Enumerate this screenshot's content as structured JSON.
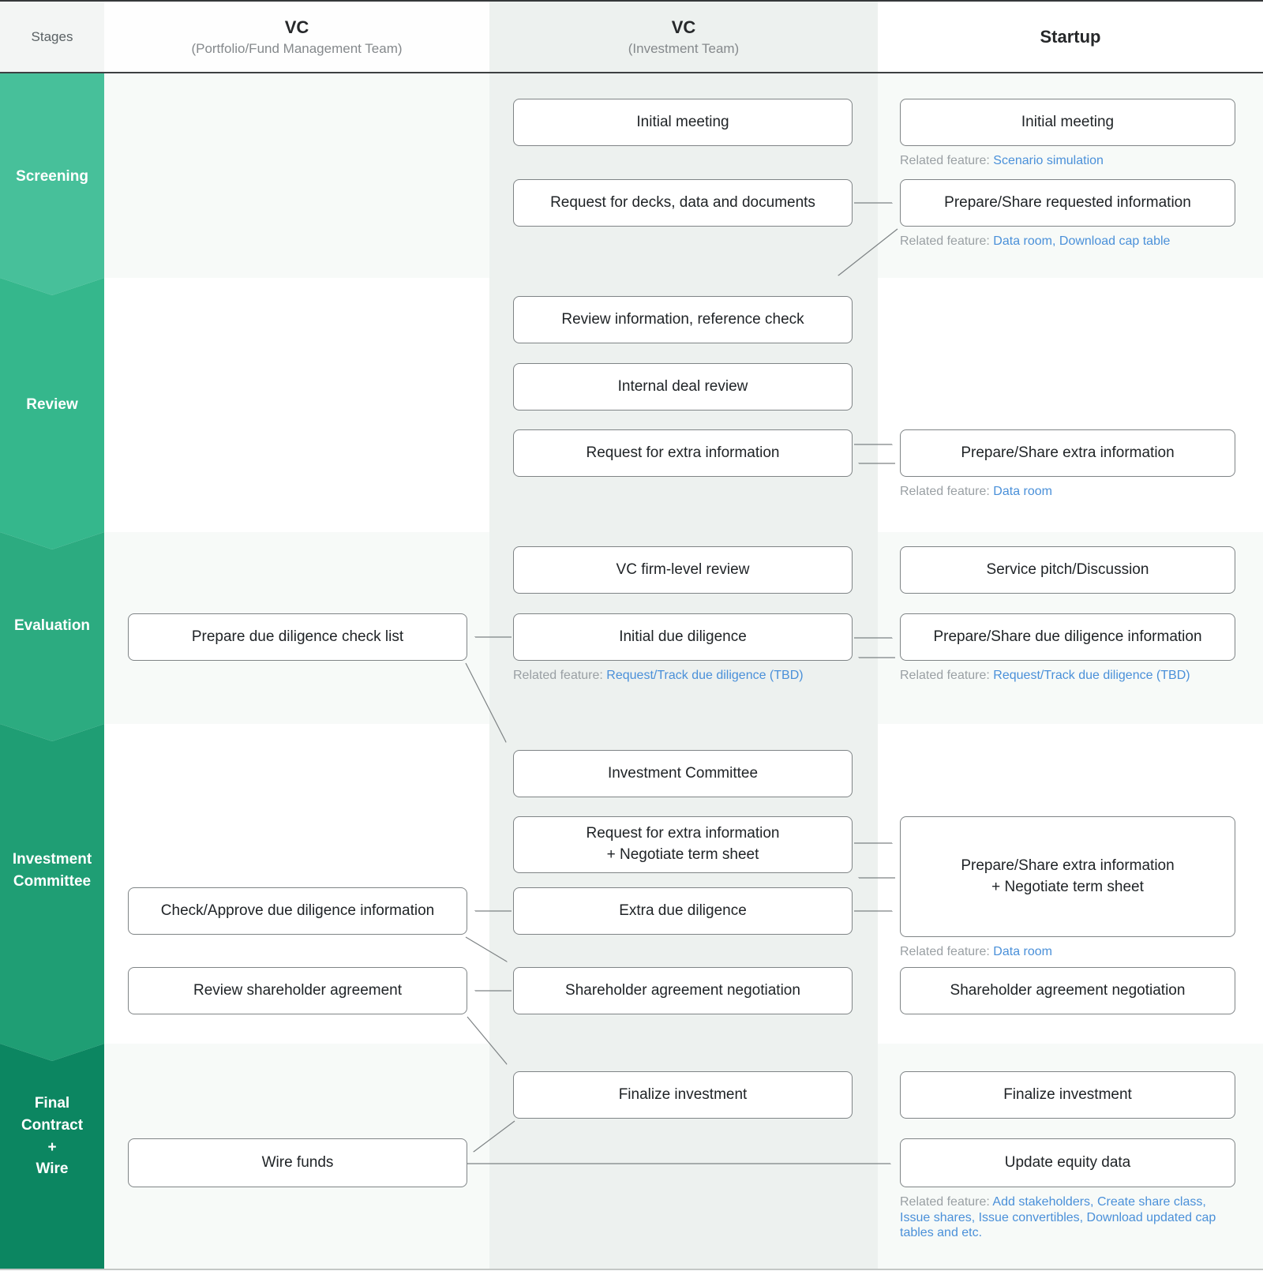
{
  "header": {
    "stages_label": "Stages",
    "columns": [
      {
        "title": "VC",
        "subtitle": "(Portfolio/Fund Management Team)"
      },
      {
        "title": "VC",
        "subtitle": "(Investment Team)"
      },
      {
        "title": "Startup",
        "subtitle": ""
      }
    ]
  },
  "stages": [
    {
      "label": "Screening",
      "color": "#47c09a"
    },
    {
      "label": "Review",
      "color": "#35b78c"
    },
    {
      "label": "Evaluation",
      "color": "#2cab80"
    },
    {
      "label": "Investment\nCommittee",
      "color": "#1f9e74"
    },
    {
      "label": "Final\nContract\n+\nWire",
      "color": "#0c8661"
    }
  ],
  "nodes": {
    "vc_initial_meeting": "Initial meeting",
    "startup_initial_meeting": "Initial meeting",
    "request_decks": "Request for decks, data and documents",
    "prepare_requested_info": "Prepare/Share requested information",
    "review_information": "Review information, reference check",
    "internal_deal_review": "Internal deal review",
    "request_extra_info": "Request for extra information",
    "prepare_extra_info": "Prepare/Share extra information",
    "vc_firm_level_review": "VC firm-level review",
    "service_pitch": "Service pitch/Discussion",
    "prepare_dd_checklist": "Prepare due diligence check list",
    "initial_due_diligence": "Initial due diligence",
    "prepare_dd_info": "Prepare/Share due diligence information",
    "investment_committee": "Investment Committee",
    "request_extra_line1": "Request for extra information",
    "request_extra_line2": "+ Negotiate term sheet",
    "prepare_extra_line1": "Prepare/Share extra information",
    "prepare_extra_line2": "+ Negotiate term sheet",
    "check_approve_dd": "Check/Approve due diligence information",
    "extra_due_diligence": "Extra due diligence",
    "review_shareholder_agreement": "Review shareholder agreement",
    "shareholder_negotiation_vc": "Shareholder agreement negotiation",
    "shareholder_negotiation_startup": "Shareholder agreement negotiation",
    "finalize_investment_vc": "Finalize investment",
    "finalize_investment_startup": "Finalize investment",
    "wire_funds": "Wire funds",
    "update_equity_data": "Update equity data"
  },
  "related": [
    {
      "prefix": "Related feature: ",
      "link": "Scenario simulation"
    },
    {
      "prefix": "Related feature: ",
      "link": "Data room, Download cap table"
    },
    {
      "prefix": "Related feature: ",
      "link": "Data room"
    },
    {
      "prefix": "Related feature: ",
      "link": "Request/Track due diligence (TBD)"
    },
    {
      "prefix": "Related feature: ",
      "link": "Request/Track due diligence (TBD)"
    },
    {
      "prefix": "Related feature: ",
      "link": "Data room"
    },
    {
      "prefix": "Related feature: ",
      "link": "Add stakeholders, Create share class, Issue shares, Issue convertibles, Download updated cap tables and etc."
    }
  ],
  "colors": {
    "link_blue": "#4a90d9",
    "related_gray": "#9aa0a4",
    "box_border": "#7f8486",
    "arrow": "#6d7276",
    "mid_column_tint": "#edf1ef",
    "row_light": "#f7faf8"
  }
}
